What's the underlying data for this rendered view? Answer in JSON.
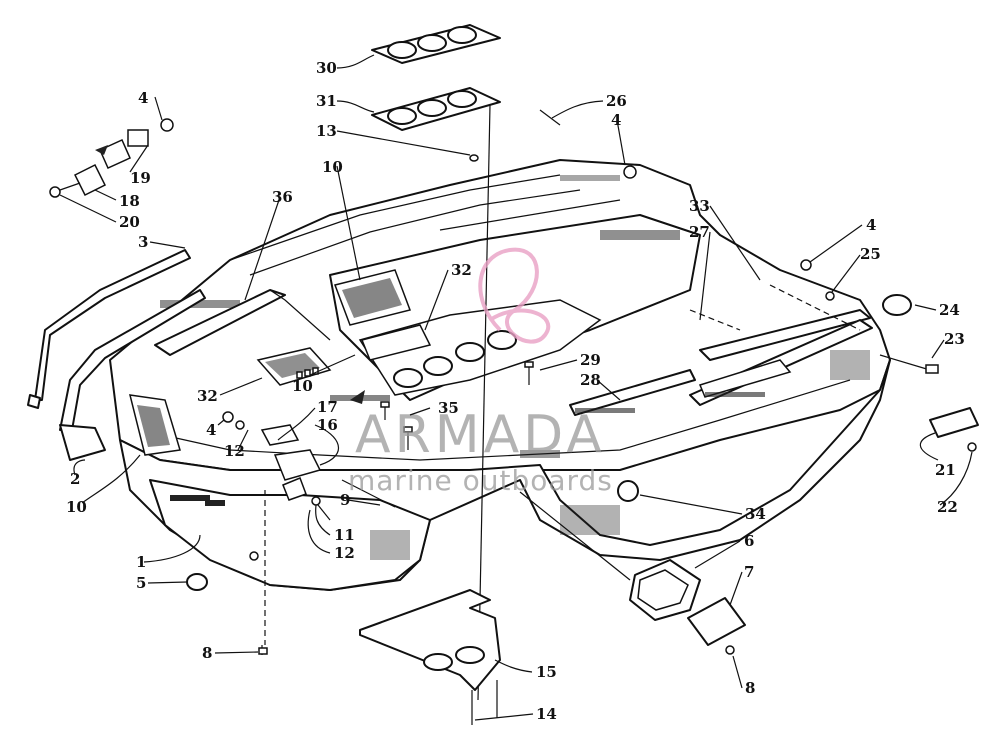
{
  "watermark": {
    "brand": "ARMADA",
    "tagline": "marine outboards",
    "logo_color": "#e8a0c4"
  },
  "callouts": [
    {
      "id": "c30",
      "label": "30"
    },
    {
      "id": "c31",
      "label": "31"
    },
    {
      "id": "c13",
      "label": "13"
    },
    {
      "id": "c26",
      "label": "26"
    },
    {
      "id": "c4a",
      "label": "4"
    },
    {
      "id": "c4b",
      "label": "4"
    },
    {
      "id": "c19",
      "label": "19"
    },
    {
      "id": "c18",
      "label": "18"
    },
    {
      "id": "c20",
      "label": "20"
    },
    {
      "id": "c36",
      "label": "36"
    },
    {
      "id": "c10a",
      "label": "10"
    },
    {
      "id": "c3",
      "label": "3"
    },
    {
      "id": "c33",
      "label": "33"
    },
    {
      "id": "c27",
      "label": "27"
    },
    {
      "id": "c4c",
      "label": "4"
    },
    {
      "id": "c25",
      "label": "25"
    },
    {
      "id": "c32a",
      "label": "32"
    },
    {
      "id": "c24",
      "label": "24"
    },
    {
      "id": "c23",
      "label": "23"
    },
    {
      "id": "c29",
      "label": "29"
    },
    {
      "id": "c28",
      "label": "28"
    },
    {
      "id": "c32b",
      "label": "32"
    },
    {
      "id": "c10b",
      "label": "10"
    },
    {
      "id": "c35",
      "label": "35"
    },
    {
      "id": "c17",
      "label": "17"
    },
    {
      "id": "c16",
      "label": "16"
    },
    {
      "id": "c4d",
      "label": "4"
    },
    {
      "id": "c12a",
      "label": "12"
    },
    {
      "id": "c2",
      "label": "2"
    },
    {
      "id": "c9",
      "label": "9"
    },
    {
      "id": "c10c",
      "label": "10"
    },
    {
      "id": "c11",
      "label": "11"
    },
    {
      "id": "c12b",
      "label": "12"
    },
    {
      "id": "c21",
      "label": "21"
    },
    {
      "id": "c22",
      "label": "22"
    },
    {
      "id": "c34",
      "label": "34"
    },
    {
      "id": "c1",
      "label": "1"
    },
    {
      "id": "c6",
      "label": "6"
    },
    {
      "id": "c5",
      "label": "5"
    },
    {
      "id": "c7",
      "label": "7"
    },
    {
      "id": "c8a",
      "label": "8"
    },
    {
      "id": "c15",
      "label": "15"
    },
    {
      "id": "c8b",
      "label": "8"
    },
    {
      "id": "c14",
      "label": "14"
    }
  ]
}
